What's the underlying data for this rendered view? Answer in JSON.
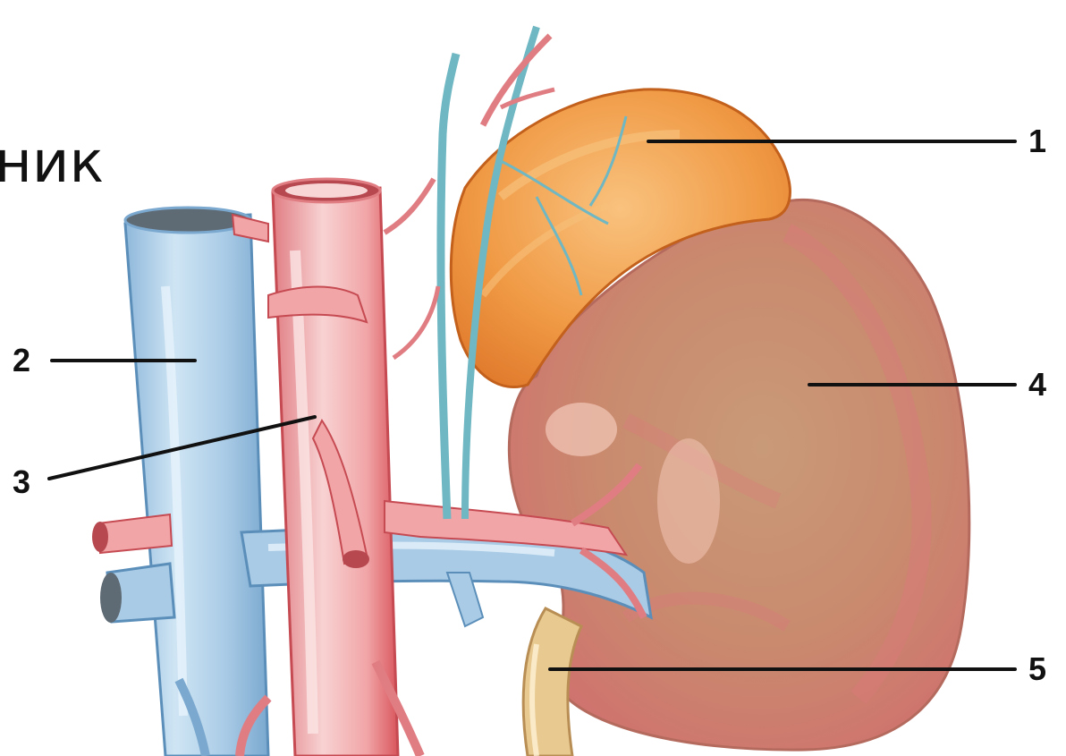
{
  "heading": {
    "partial_text": "ник"
  },
  "labels": [
    {
      "id": "1",
      "text": "1"
    },
    {
      "id": "2",
      "text": "2"
    },
    {
      "id": "3",
      "text": "3"
    },
    {
      "id": "4",
      "text": "4"
    },
    {
      "id": "5",
      "text": "5"
    }
  ],
  "colors": {
    "vein": "#a9cbe6",
    "vein_light": "#d8ecf7",
    "vein_dark": "#6f9fc5",
    "artery": "#f1a5a7",
    "artery_light": "#f8d6d6",
    "artery_dark": "#d8565d",
    "adrenal": "#f09a45",
    "adrenal_light": "#f7c07a",
    "kidney": "#c98a6e",
    "kidney_pink": "#d97b7b",
    "ureter": "#e8c98f",
    "leader_line": "#111111"
  }
}
